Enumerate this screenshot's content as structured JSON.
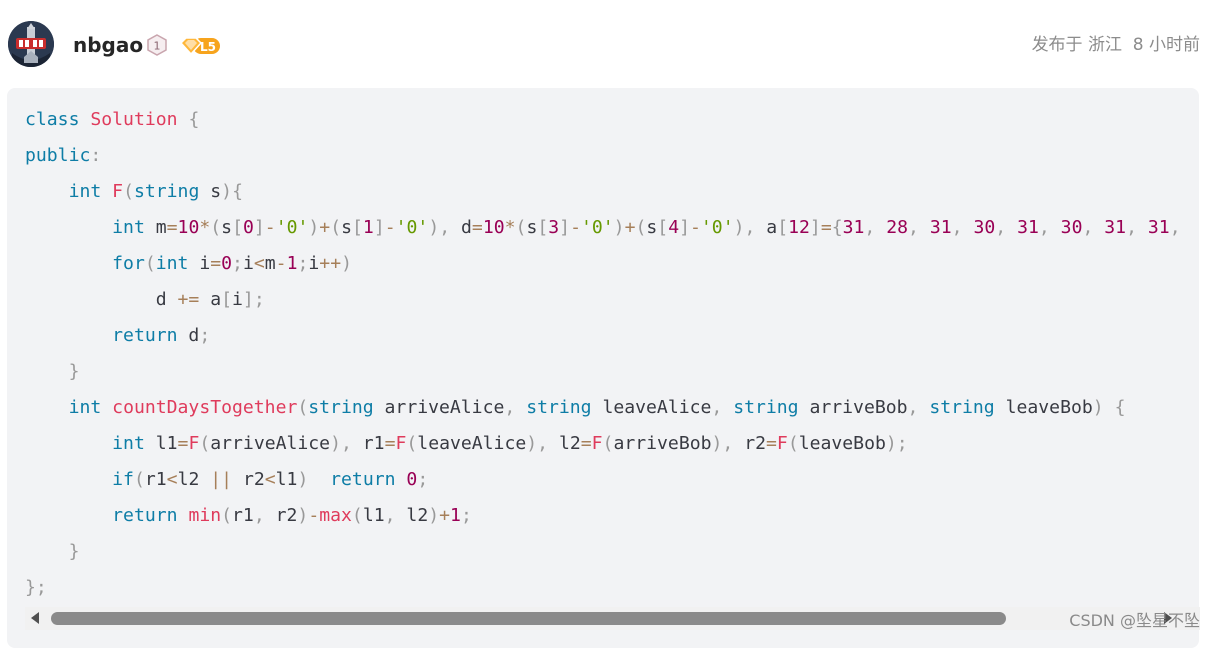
{
  "post": {
    "username": "nbgao",
    "badge_level_glyph": "1",
    "rank_badge": "L5",
    "meta": "发布于 浙江  8 小时前"
  },
  "code": {
    "language": "cpp",
    "lines": [
      [
        [
          "k",
          "class"
        ],
        [
          "t",
          " "
        ],
        [
          "f",
          "Solution"
        ],
        [
          "t",
          " "
        ],
        [
          "p",
          "{"
        ]
      ],
      [
        [
          "k",
          "public"
        ],
        [
          "p",
          ":"
        ]
      ],
      [
        [
          "t",
          "    "
        ],
        [
          "k",
          "int"
        ],
        [
          "t",
          " "
        ],
        [
          "f",
          "F"
        ],
        [
          "p",
          "("
        ],
        [
          "k",
          "string"
        ],
        [
          "t",
          " s"
        ],
        [
          "p",
          ")"
        ],
        [
          "p",
          "{"
        ]
      ],
      [
        [
          "t",
          "        "
        ],
        [
          "k",
          "int"
        ],
        [
          "t",
          " m"
        ],
        [
          "o",
          "="
        ],
        [
          "n",
          "10"
        ],
        [
          "o",
          "*"
        ],
        [
          "p",
          "("
        ],
        [
          "t",
          "s"
        ],
        [
          "p",
          "["
        ],
        [
          "n",
          "0"
        ],
        [
          "p",
          "]"
        ],
        [
          "o",
          "-"
        ],
        [
          "s",
          "'0'"
        ],
        [
          "p",
          ")"
        ],
        [
          "o",
          "+"
        ],
        [
          "p",
          "("
        ],
        [
          "t",
          "s"
        ],
        [
          "p",
          "["
        ],
        [
          "n",
          "1"
        ],
        [
          "p",
          "]"
        ],
        [
          "o",
          "-"
        ],
        [
          "s",
          "'0'"
        ],
        [
          "p",
          ")"
        ],
        [
          "p",
          ","
        ],
        [
          "t",
          " d"
        ],
        [
          "o",
          "="
        ],
        [
          "n",
          "10"
        ],
        [
          "o",
          "*"
        ],
        [
          "p",
          "("
        ],
        [
          "t",
          "s"
        ],
        [
          "p",
          "["
        ],
        [
          "n",
          "3"
        ],
        [
          "p",
          "]"
        ],
        [
          "o",
          "-"
        ],
        [
          "s",
          "'0'"
        ],
        [
          "p",
          ")"
        ],
        [
          "o",
          "+"
        ],
        [
          "p",
          "("
        ],
        [
          "t",
          "s"
        ],
        [
          "p",
          "["
        ],
        [
          "n",
          "4"
        ],
        [
          "p",
          "]"
        ],
        [
          "o",
          "-"
        ],
        [
          "s",
          "'0'"
        ],
        [
          "p",
          ")"
        ],
        [
          "p",
          ","
        ],
        [
          "t",
          " a"
        ],
        [
          "p",
          "["
        ],
        [
          "n",
          "12"
        ],
        [
          "p",
          "]"
        ],
        [
          "o",
          "="
        ],
        [
          "p",
          "{"
        ],
        [
          "n",
          "31"
        ],
        [
          "p",
          ","
        ],
        [
          "t",
          " "
        ],
        [
          "n",
          "28"
        ],
        [
          "p",
          ","
        ],
        [
          "t",
          " "
        ],
        [
          "n",
          "31"
        ],
        [
          "p",
          ","
        ],
        [
          "t",
          " "
        ],
        [
          "n",
          "30"
        ],
        [
          "p",
          ","
        ],
        [
          "t",
          " "
        ],
        [
          "n",
          "31"
        ],
        [
          "p",
          ","
        ],
        [
          "t",
          " "
        ],
        [
          "n",
          "30"
        ],
        [
          "p",
          ","
        ],
        [
          "t",
          " "
        ],
        [
          "n",
          "31"
        ],
        [
          "p",
          ","
        ],
        [
          "t",
          " "
        ],
        [
          "n",
          "31"
        ],
        [
          "p",
          ","
        ]
      ],
      [
        [
          "t",
          "        "
        ],
        [
          "k",
          "for"
        ],
        [
          "p",
          "("
        ],
        [
          "k",
          "int"
        ],
        [
          "t",
          " i"
        ],
        [
          "o",
          "="
        ],
        [
          "n",
          "0"
        ],
        [
          "p",
          ";"
        ],
        [
          "t",
          "i"
        ],
        [
          "o",
          "<"
        ],
        [
          "t",
          "m"
        ],
        [
          "o",
          "-"
        ],
        [
          "n",
          "1"
        ],
        [
          "p",
          ";"
        ],
        [
          "t",
          "i"
        ],
        [
          "o",
          "++"
        ],
        [
          "p",
          ")"
        ]
      ],
      [
        [
          "t",
          "            d "
        ],
        [
          "o",
          "+="
        ],
        [
          "t",
          " a"
        ],
        [
          "p",
          "["
        ],
        [
          "t",
          "i"
        ],
        [
          "p",
          "]"
        ],
        [
          "p",
          ";"
        ]
      ],
      [
        [
          "t",
          "        "
        ],
        [
          "k",
          "return"
        ],
        [
          "t",
          " d"
        ],
        [
          "p",
          ";"
        ]
      ],
      [
        [
          "t",
          "    "
        ],
        [
          "p",
          "}"
        ]
      ],
      [
        [
          "t",
          "    "
        ],
        [
          "k",
          "int"
        ],
        [
          "t",
          " "
        ],
        [
          "f",
          "countDaysTogether"
        ],
        [
          "p",
          "("
        ],
        [
          "k",
          "string"
        ],
        [
          "t",
          " arriveAlice"
        ],
        [
          "p",
          ","
        ],
        [
          "t",
          " "
        ],
        [
          "k",
          "string"
        ],
        [
          "t",
          " leaveAlice"
        ],
        [
          "p",
          ","
        ],
        [
          "t",
          " "
        ],
        [
          "k",
          "string"
        ],
        [
          "t",
          " arriveBob"
        ],
        [
          "p",
          ","
        ],
        [
          "t",
          " "
        ],
        [
          "k",
          "string"
        ],
        [
          "t",
          " leaveBob"
        ],
        [
          "p",
          ")"
        ],
        [
          "t",
          " "
        ],
        [
          "p",
          "{"
        ]
      ],
      [
        [
          "t",
          "        "
        ],
        [
          "k",
          "int"
        ],
        [
          "t",
          " l1"
        ],
        [
          "o",
          "="
        ],
        [
          "f",
          "F"
        ],
        [
          "p",
          "("
        ],
        [
          "t",
          "arriveAlice"
        ],
        [
          "p",
          ")"
        ],
        [
          "p",
          ","
        ],
        [
          "t",
          " r1"
        ],
        [
          "o",
          "="
        ],
        [
          "f",
          "F"
        ],
        [
          "p",
          "("
        ],
        [
          "t",
          "leaveAlice"
        ],
        [
          "p",
          ")"
        ],
        [
          "p",
          ","
        ],
        [
          "t",
          " l2"
        ],
        [
          "o",
          "="
        ],
        [
          "f",
          "F"
        ],
        [
          "p",
          "("
        ],
        [
          "t",
          "arriveBob"
        ],
        [
          "p",
          ")"
        ],
        [
          "p",
          ","
        ],
        [
          "t",
          " r2"
        ],
        [
          "o",
          "="
        ],
        [
          "f",
          "F"
        ],
        [
          "p",
          "("
        ],
        [
          "t",
          "leaveBob"
        ],
        [
          "p",
          ")"
        ],
        [
          "p",
          ";"
        ]
      ],
      [
        [
          "t",
          "        "
        ],
        [
          "k",
          "if"
        ],
        [
          "p",
          "("
        ],
        [
          "t",
          "r1"
        ],
        [
          "o",
          "<"
        ],
        [
          "t",
          "l2 "
        ],
        [
          "o",
          "||"
        ],
        [
          "t",
          " r2"
        ],
        [
          "o",
          "<"
        ],
        [
          "t",
          "l1"
        ],
        [
          "p",
          ")"
        ],
        [
          "t",
          "  "
        ],
        [
          "k",
          "return"
        ],
        [
          "t",
          " "
        ],
        [
          "n",
          "0"
        ],
        [
          "p",
          ";"
        ]
      ],
      [
        [
          "t",
          "        "
        ],
        [
          "k",
          "return"
        ],
        [
          "t",
          " "
        ],
        [
          "f",
          "min"
        ],
        [
          "p",
          "("
        ],
        [
          "t",
          "r1"
        ],
        [
          "p",
          ","
        ],
        [
          "t",
          " r2"
        ],
        [
          "p",
          ")"
        ],
        [
          "o",
          "-"
        ],
        [
          "f",
          "max"
        ],
        [
          "p",
          "("
        ],
        [
          "t",
          "l1"
        ],
        [
          "p",
          ","
        ],
        [
          "t",
          " l2"
        ],
        [
          "p",
          ")"
        ],
        [
          "o",
          "+"
        ],
        [
          "n",
          "1"
        ],
        [
          "p",
          ";"
        ]
      ],
      [
        [
          "t",
          "    "
        ],
        [
          "p",
          "}"
        ]
      ],
      [
        [
          "p",
          "};"
        ]
      ]
    ]
  },
  "scrollbar": {
    "position": 0.0,
    "visible_fraction": 0.81
  },
  "watermark": "CSDN @坠星不坠",
  "colors": {
    "keyword": "#0e7da6",
    "function": "#df3b5c",
    "number": "#990055",
    "string": "#669900",
    "operator": "#a67f59",
    "punctuation": "#999999",
    "text": "#383a42",
    "code_background": "#f2f3f5",
    "rank_badge": "#f7a41d"
  }
}
